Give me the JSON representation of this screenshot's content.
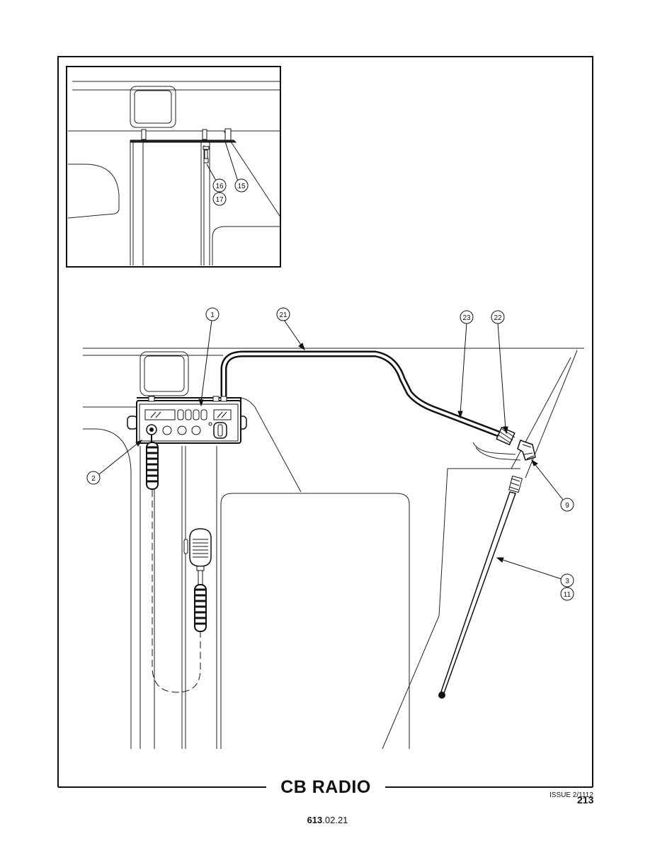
{
  "title": "CB RADIO",
  "issue": "ISSUE 2/1112",
  "page_number": "213",
  "doc_ref": {
    "bold": "613",
    "rest": ".02.21"
  },
  "inset_callouts": [
    "16",
    "15",
    "17"
  ],
  "main_callouts": [
    "1",
    "21",
    "23",
    "22",
    "2",
    "9",
    "3",
    "11"
  ],
  "line_color": "#111111"
}
